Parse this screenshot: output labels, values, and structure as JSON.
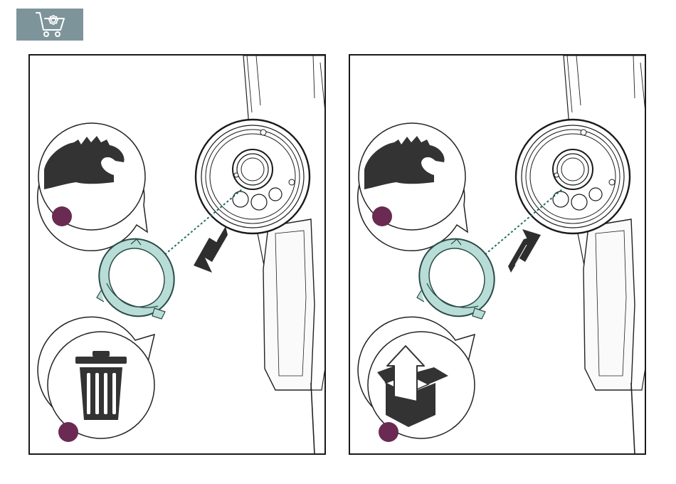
{
  "header": {
    "icon": "cart-settings-icon",
    "accent_color": "#7e949b"
  },
  "panels": [
    {
      "step": "remove",
      "glove_icon": "glove-hand-icon",
      "arrow_direction": "away-from-handle",
      "result_icon": "trash-bin-icon"
    },
    {
      "step": "install",
      "glove_icon": "glove-hand-icon",
      "arrow_direction": "toward-handle",
      "result_icon": "box-unpack-icon"
    }
  ],
  "colors": {
    "ring": "#b8dcd6",
    "ring_outline": "#2a4a46",
    "guide_line": "#1f6e66",
    "marker_dot": "#6a2a52",
    "icon_dark": "#333333",
    "arrow": "#2e2e2e"
  }
}
